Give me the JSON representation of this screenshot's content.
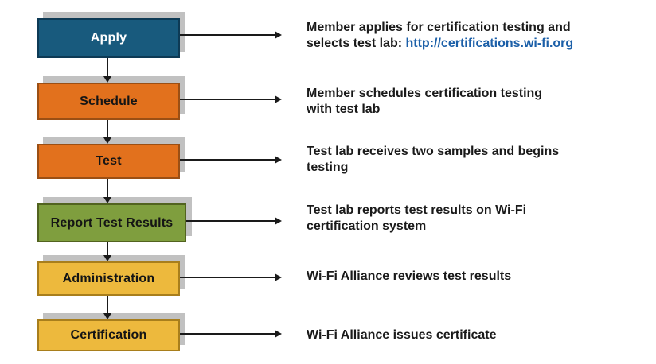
{
  "colors": {
    "apply_fill": "#185a7d",
    "apply_border": "#0d3a55",
    "process_fill": "#e2711d",
    "process_border": "#9b4f14",
    "report_fill": "#7f9e3e",
    "report_border": "#52631f",
    "final_fill": "#edb93d",
    "final_border": "#a87e1c",
    "shadow": "#c1c1c1",
    "arrow": "#1a1a1a",
    "description_text": "#1a1a1a",
    "link": "#1b5fa8"
  },
  "rows": [
    {
      "label": "Apply",
      "desc_line1": "Member applies for certification testing  and",
      "desc_line2_prefix": "selects test lab: ",
      "link": "http://certifications.wi-fi.org"
    },
    {
      "label": "Schedule",
      "desc_line1": "Member schedules certification testing",
      "desc_line2": "with test lab"
    },
    {
      "label": "Test",
      "desc_line1": "Test lab receives two samples and begins",
      "desc_line2": "testing"
    },
    {
      "label": "Report Test Results",
      "desc_line1": "Test lab reports test results on Wi-Fi",
      "desc_line2": "certification system"
    },
    {
      "label": "Administration",
      "desc_line1": "Wi-Fi Alliance reviews test results"
    },
    {
      "label": "Certification",
      "desc_line1": "Wi-Fi Alliance issues certificate"
    }
  ]
}
